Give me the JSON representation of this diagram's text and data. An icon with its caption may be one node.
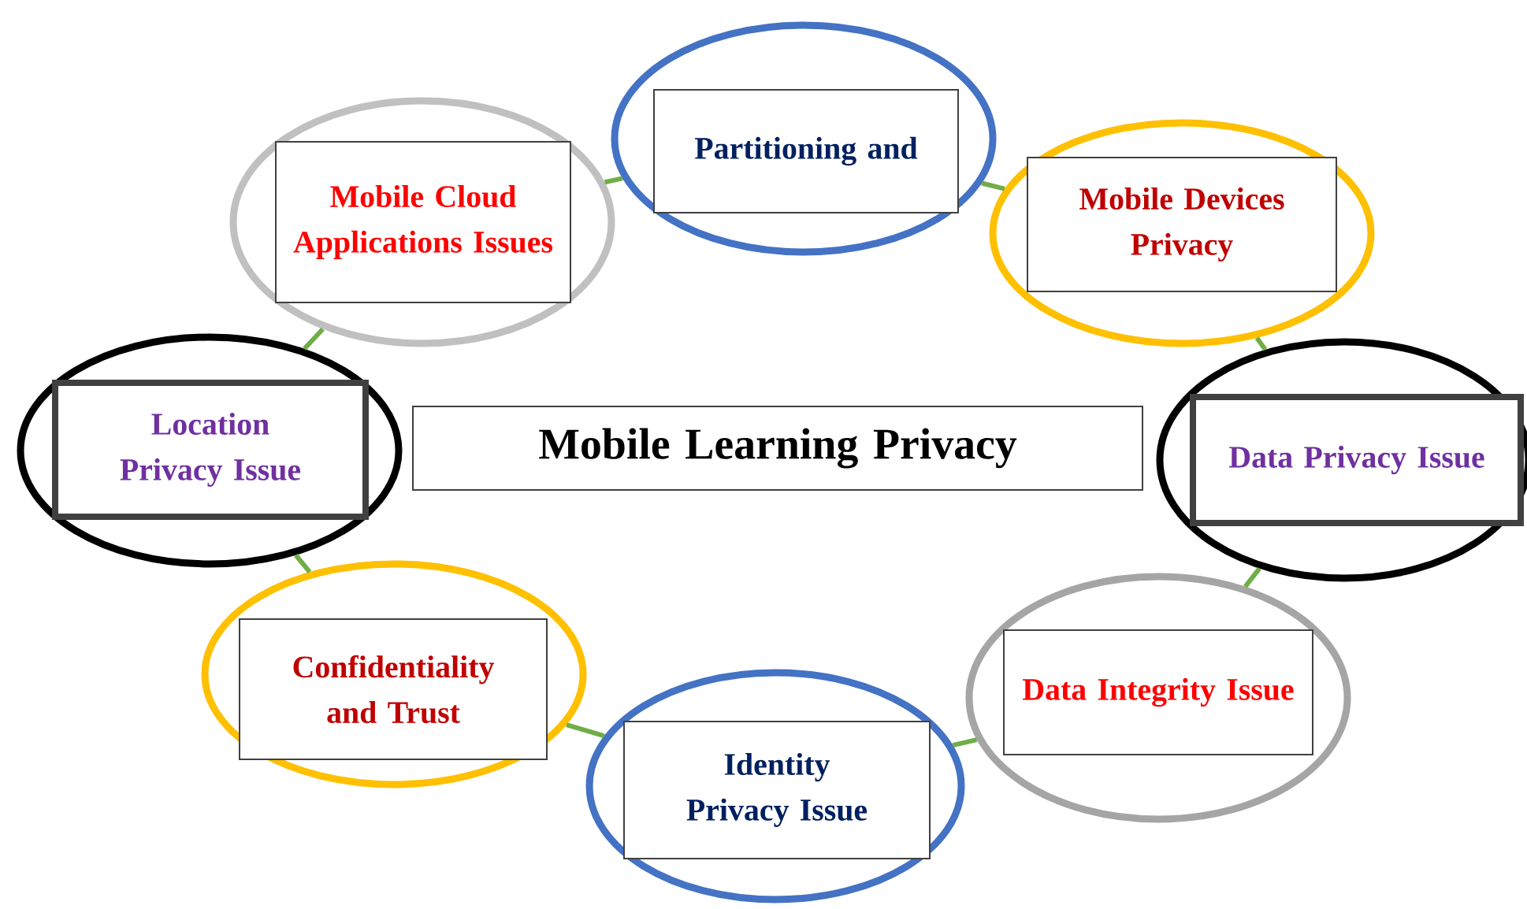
{
  "diagram": {
    "nodes": [
      {
        "text": [
          "Mobile Cloud Applications Issues"
        ]
      },
      {
        "text": [
          "Partitioning and"
        ]
      },
      {
        "text": [
          "Mobile Devices Privacy"
        ]
      },
      {
        "text": [
          "Location Privacy Issue"
        ]
      },
      {
        "text": [
          "Mobile Learning Privacy"
        ]
      },
      {
        "text": [
          "Data Privacy Issue"
        ]
      },
      {
        "text": [
          "Confidentiality and Trust"
        ]
      },
      {
        "text": [
          "Data Integrity Issue"
        ]
      },
      {
        "text": [
          "Identity Privacy Issue"
        ]
      }
    ],
    "edges": [
      {
        "from": 0,
        "to": 1,
        "arrow": "none"
      },
      {
        "from": 1,
        "to": 2,
        "arrow": "none"
      },
      {
        "from": 2,
        "to": 5,
        "arrow": "none"
      },
      {
        "from": 5,
        "to": 7,
        "arrow": "none"
      },
      {
        "from": 7,
        "to": 8,
        "arrow": "none"
      },
      {
        "from": 8,
        "to": 6,
        "arrow": "none"
      },
      {
        "from": 6,
        "to": 3,
        "arrow": "none"
      },
      {
        "from": 3,
        "to": 0,
        "arrow": "none"
      }
    ]
  }
}
